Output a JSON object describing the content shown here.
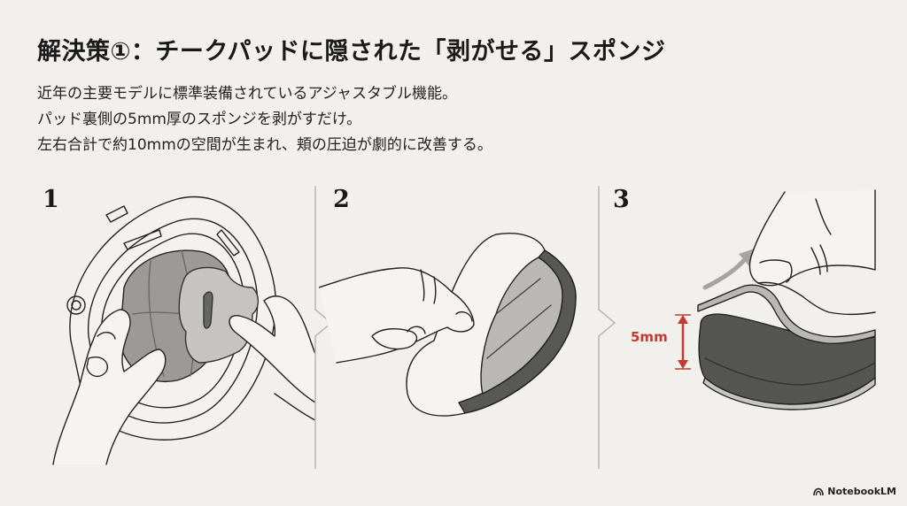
{
  "header": {
    "title": "解決策①：チークパッドに隠された「剥がせる」スポンジ"
  },
  "description": {
    "lines": [
      "近年の主要モデルに標準装備されているアジャスタブル機能。",
      "パッド裏側の5mm厚のスポンジを剥がすだけ。",
      "左右合計で約10mmの空間が生まれ、頬の圧迫が劇的に改善する。"
    ]
  },
  "steps": [
    {
      "number": "1",
      "illustration": "hands-removing-cheek-pad-from-helmet"
    },
    {
      "number": "2",
      "illustration": "hand-peeling-sponge-layer-from-pad"
    },
    {
      "number": "3",
      "illustration": "fingers-lifting-5mm-sponge-layer",
      "dimension_label": "5mm"
    }
  ],
  "colors": {
    "background": "#f2f0ec",
    "text": "#1e1e1e",
    "divider": "#b8b6b2",
    "pad_light": "#b9b8b5",
    "pad_dark": "#555553",
    "dimension_red": "#c23a33",
    "arrow_gray": "#a5a4a2"
  },
  "branding": {
    "label": "NotebookLM",
    "icon": "notebooklm-logo-icon"
  }
}
